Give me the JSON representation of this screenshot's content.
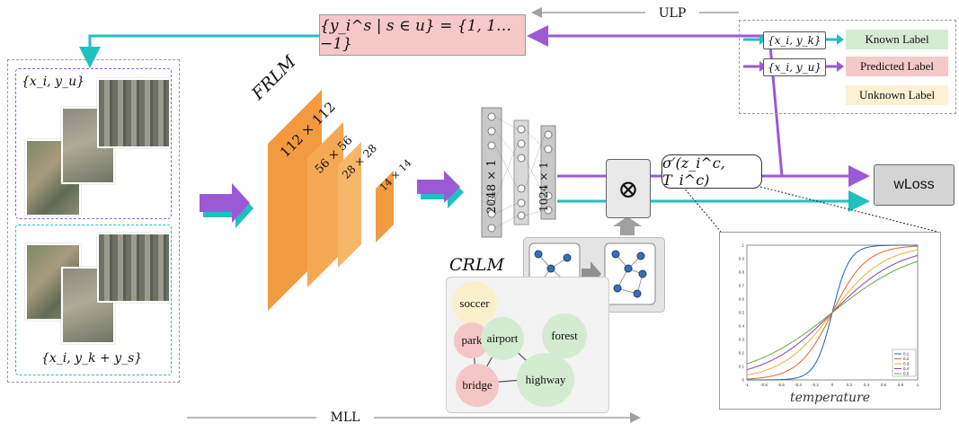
{
  "labels": {
    "ulp": "ULP",
    "mll": "MLL",
    "set_formula": "{y_i^s | s ∈ u} = {1, 1… −1}",
    "frlm": "FRLM",
    "crlm": "CRLM",
    "wloss": "wLoss",
    "sigma": "σ′(z_i^c, T_i^c)",
    "otimes": "⊗",
    "temperature": "temperature",
    "set_unknown": "{x_i, y_u}",
    "set_known": "{x_i, y_k + y_s}"
  },
  "feature_maps": [
    "112 × 112",
    "56 × 56",
    "28 × 28",
    "14 × 14"
  ],
  "fc_layers": [
    "2048 × 1",
    "1024 × 1"
  ],
  "legend": [
    {
      "pill": "{x_i, y_k}",
      "label": "Known Label",
      "color": "#d5ecd3",
      "arrow": "#1fc0c0"
    },
    {
      "pill": "{x_i, y_u}",
      "label": "Predicted Label",
      "color": "#f6c8c8",
      "arrow": "#9b59d6"
    },
    {
      "pill": "",
      "label": "Unknown Label",
      "color": "#fdf1d4",
      "arrow": ""
    }
  ],
  "graph_nodes": [
    {
      "name": "soccer",
      "color": "#fbf0cc"
    },
    {
      "name": "park",
      "color": "#f4c6c6"
    },
    {
      "name": "airport",
      "color": "#d3ebd1"
    },
    {
      "name": "forest",
      "color": "#d3ebd1"
    },
    {
      "name": "bridge",
      "color": "#f4c6c6"
    },
    {
      "name": "highway",
      "color": "#d3ebd1"
    }
  ],
  "colors": {
    "cyan": "#1fc0c0",
    "purple": "#9b59d6",
    "orange": "#f29a3f",
    "gray": "#a0a0a0"
  },
  "chart_data": {
    "type": "line",
    "xlabel": "temperature",
    "xlim": [
      -1,
      1
    ],
    "ylim": [
      0,
      1
    ],
    "x_ticks": [
      "-1",
      "-0.8",
      "-0.6",
      "-0.4",
      "-0.2",
      "0",
      "0.2",
      "0.4",
      "0.6",
      "0.8",
      "1"
    ],
    "y_ticks": [
      "0",
      "0.1",
      "0.2",
      "0.3",
      "0.4",
      "0.5",
      "0.6",
      "0.7",
      "0.8",
      "0.9",
      "1"
    ],
    "legend_position": "bottom-right",
    "series": [
      {
        "name": "0.1",
        "color": "#1f5fb0",
        "k": 10
      },
      {
        "name": "0.2",
        "color": "#e0672a",
        "k": 5
      },
      {
        "name": "0.3",
        "color": "#e8b230",
        "k": 3.3
      },
      {
        "name": "0.4",
        "color": "#8b3fa3",
        "k": 2.5
      },
      {
        "name": "0.5",
        "color": "#6aa840",
        "k": 2
      }
    ]
  }
}
